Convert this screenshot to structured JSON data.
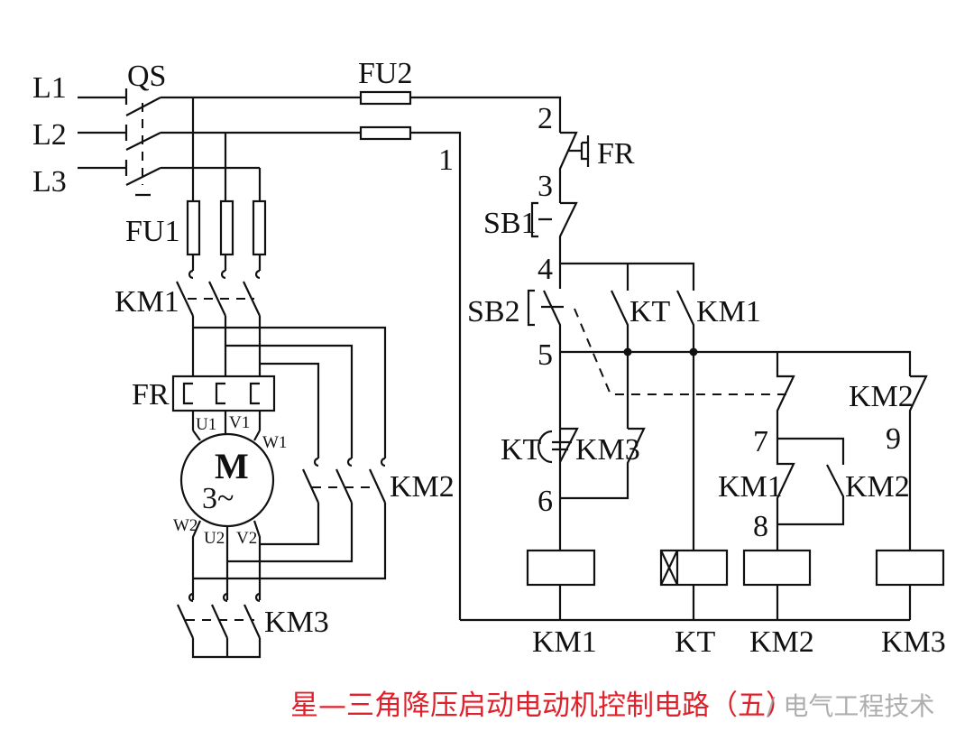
{
  "power": {
    "lines": [
      "L1",
      "L2",
      "L3"
    ],
    "switch": "QS",
    "fuse_main": "FU1",
    "fuse_control": "FU2",
    "contactor_main": "KM1",
    "overload": "FR",
    "motor": {
      "symbol": "M",
      "phase": "3~",
      "terminals_top": [
        "U1",
        "V1",
        "W1"
      ],
      "terminals_bottom": [
        "W2",
        "U2",
        "V2"
      ]
    },
    "contactor_delta": "KM2",
    "contactor_star": "KM3"
  },
  "control": {
    "nodes": [
      "1",
      "2",
      "3",
      "4",
      "5",
      "6",
      "7",
      "8",
      "9"
    ],
    "fr_contact": "FR",
    "stop_button": "SB1",
    "start_button": "SB2",
    "kt_contact": "KT",
    "km1_hold": "KM1",
    "kt_delay": "KT",
    "km3_nc": "KM3",
    "km2_nc": "KM2",
    "km1_nc": "KM1",
    "km2_no": "KM2",
    "coils": [
      "KM1",
      "KT",
      "KM2",
      "KM3"
    ]
  },
  "caption": {
    "title": "星—三角降压启动电动机控制电路（五）",
    "watermark": "/ 电气工程技术",
    "title_color": "#e0202a"
  }
}
